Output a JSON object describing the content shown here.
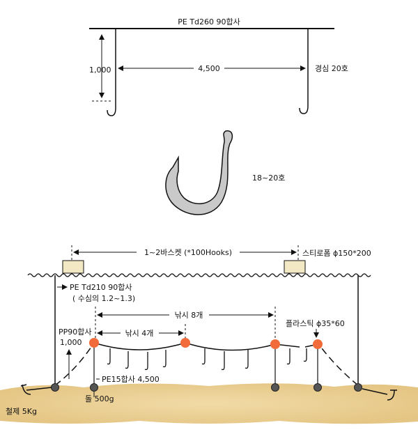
{
  "top_rig": {
    "mainline_label": "PE Td260 90합사",
    "drop_label": "1,000",
    "spacing_label": "4,500",
    "hook_label": "경심 20호"
  },
  "hook_detail": {
    "size_label": "18~20호"
  },
  "longline": {
    "basket_label": "1~2바스켓 (*100Hooks)",
    "float_label": "스티로폼 ϕ150*200",
    "downline_label": "PE Td210 90합사",
    "downline_note": "( 수심의 1.2~1.3)",
    "hooks8_label": "낚시 8개",
    "buoy_label": "플라스틱 ϕ35*60",
    "pp_label": "PP90합사",
    "pp_len": "1,000",
    "hooks4_label": "낚시 4개",
    "groundline_label": "PE15합사 4,500",
    "stone_label": "돌 500g",
    "anchor_label": "철제 5Kg"
  },
  "colors": {
    "line": "#111111",
    "buoy": "#f26b3a",
    "seabed": "#e6c98a",
    "float_box": "#f3e8c4",
    "hook_fill": "#c9c9c9"
  }
}
